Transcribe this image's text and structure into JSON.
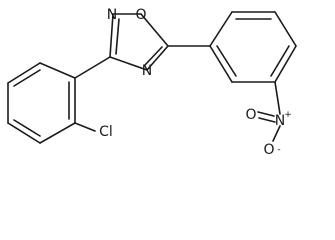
{
  "molecule": {
    "atoms": {
      "n_isoxazole": "N",
      "o_ring": "O",
      "n_ring": "N",
      "chlorine": "Cl",
      "nitro_n": "N",
      "nitro_n_charge": "+",
      "nitro_o_upper": "O",
      "nitro_o_lower": "O",
      "nitro_o_lower_charge": "-"
    }
  }
}
